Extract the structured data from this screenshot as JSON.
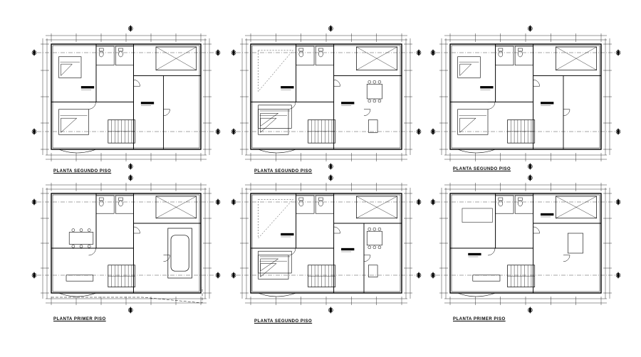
{
  "drawing": {
    "line_color": "#000000",
    "background": "#ffffff",
    "plans": [
      {
        "id": "top-left",
        "title": "PLANTA SEGUNDO PISO"
      },
      {
        "id": "top-middle",
        "title": "PLANTA SEGUNDO PISO"
      },
      {
        "id": "top-right",
        "title": "PLANTA SEGUNDO PISO"
      },
      {
        "id": "bottom-left",
        "title": "PLANTA PRIMER PISO"
      },
      {
        "id": "bottom-middle",
        "title": "PLANTA SEGUNDO PISO"
      },
      {
        "id": "bottom-right",
        "title": "PLANTA PRIMER PISO"
      }
    ]
  }
}
